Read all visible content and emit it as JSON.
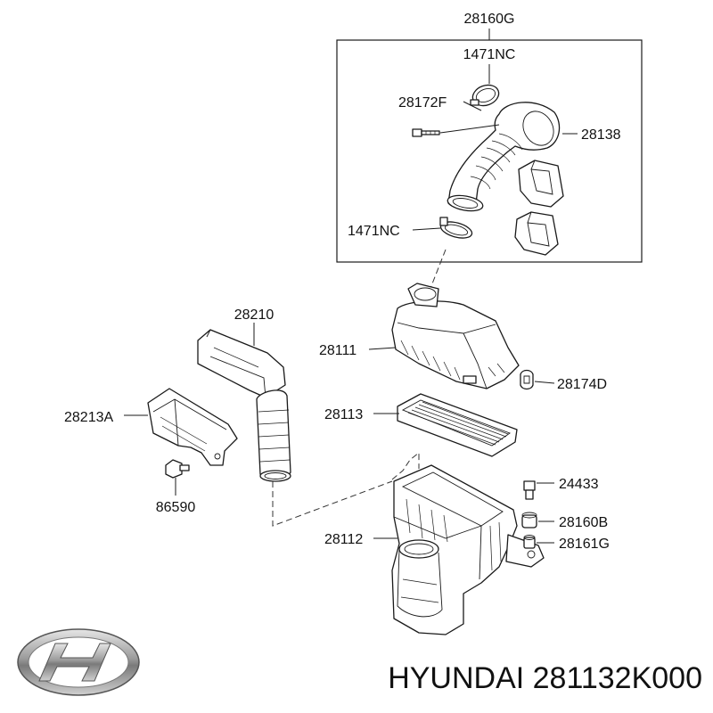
{
  "diagram": {
    "group_label": "28160G",
    "parts": {
      "p1471nc_top": "1471NC",
      "p28172f": "28172F",
      "p28138": "28138",
      "p1471nc_bottom": "1471NC",
      "p28210": "28210",
      "p28111": "28111",
      "p28174d": "28174D",
      "p28213a": "28213A",
      "p28113": "28113",
      "p86590": "86590",
      "p24433": "24433",
      "p28160b": "28160B",
      "p28112": "28112",
      "p28161g": "28161G"
    }
  },
  "footer": {
    "brand_logo": "hyundai-logo",
    "caption": "HYUNDAI 281132K000"
  }
}
